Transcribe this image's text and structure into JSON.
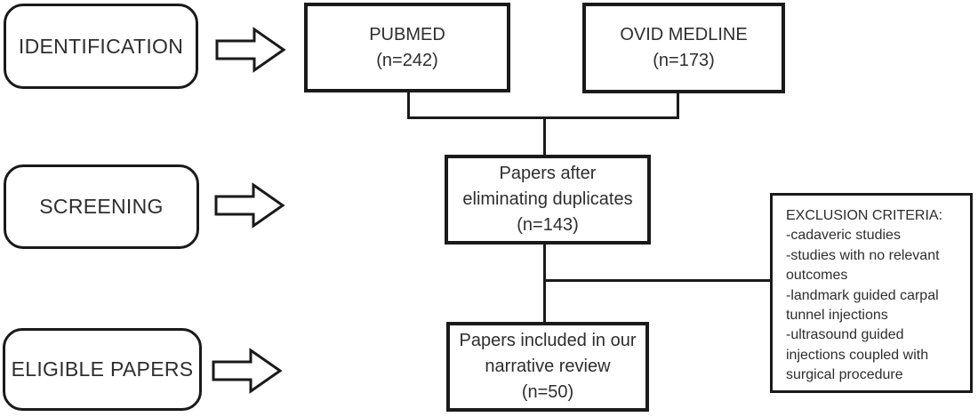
{
  "palette": {
    "line_color": "#1a1a1a",
    "text_color": "#2e2e2e",
    "background": "#ffffff"
  },
  "stages": {
    "identification": "IDENTIFICATION",
    "screening": "SCREENING",
    "eligible": "ELIGIBLE PAPERS"
  },
  "icons": {
    "stage_arrow": "block-right-arrow"
  },
  "boxes": {
    "pubmed": {
      "lines": [
        "PUBMED",
        "(n=242)"
      ]
    },
    "ovid": {
      "lines": [
        "OVID MEDLINE",
        "(n=173)"
      ]
    },
    "duplicates": {
      "lines": [
        "Papers after",
        "eliminating duplicates",
        "(n=143)"
      ]
    },
    "included": {
      "lines": [
        "Papers included in our",
        "narrative review",
        "(n=50)"
      ]
    },
    "exclusion": {
      "lines": [
        "EXCLUSION CRITERIA:",
        "-cadaveric studies",
        "-studies with no relevant",
        "outcomes",
        "-landmark guided carpal",
        "tunnel injections",
        "-ultrasound guided",
        "injections coupled with",
        "surgical procedure"
      ]
    }
  }
}
